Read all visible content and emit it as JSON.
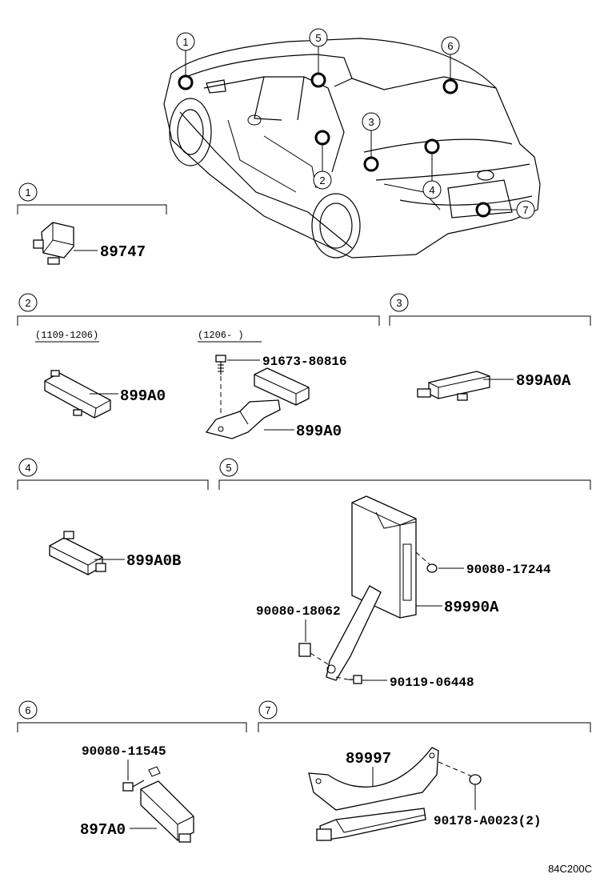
{
  "overview": {
    "callouts": [
      "1",
      "2",
      "3",
      "4",
      "5",
      "6",
      "7"
    ]
  },
  "sections": [
    {
      "number": "1",
      "parts": [
        "89747"
      ]
    },
    {
      "number": "2",
      "variants": [
        {
          "date_range": "(1109-1206)",
          "parts": [
            "899A0"
          ]
        },
        {
          "date_range": "(1206-      )",
          "parts": [
            "91673-80816",
            "899A0"
          ]
        }
      ]
    },
    {
      "number": "3",
      "parts": [
        "899A0A"
      ]
    },
    {
      "number": "4",
      "parts": [
        "899A0B"
      ]
    },
    {
      "number": "5",
      "parts": [
        "90080-17244",
        "90080-18062",
        "89990A",
        "90119-06448"
      ]
    },
    {
      "number": "6",
      "parts": [
        "90080-11545",
        "897A0"
      ]
    },
    {
      "number": "7",
      "parts": [
        "89997",
        "90178-A0023(2)"
      ]
    }
  ],
  "diagram_code": "84C200C"
}
